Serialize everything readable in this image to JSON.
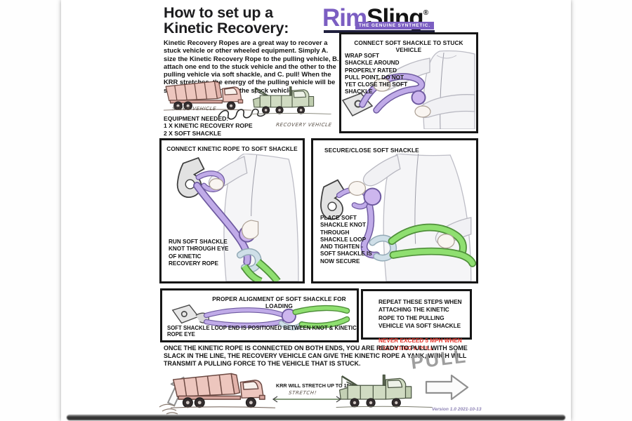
{
  "poster": {
    "title": {
      "line1": "How to set up a",
      "line2": "Kinetic Recovery:"
    },
    "intro": "Kinetic Recovery Ropes are a great way to recover a stuck vehicle or other wheeled equipment.  Simply A. size the Kinetic Recovery Rope to the pulling vehicle, B. attach one end to the stuck vehicle and the other to the pulling vehicle via soft shackle, and C. pull!  When the KRR stretches, the energy of the pulling vehicle will be smoothly transferred to the stuck vehicle.",
    "logo": {
      "first": "Rim",
      "second": "Sling",
      "reg": "®",
      "tagline": "THE GENUINE SYNTHETIC."
    },
    "equipment": {
      "heading": "EQUIPMENT NEEDED:",
      "line1": "1 X KINETIC RECOVERY ROPE",
      "line2": "2 X SOFT SHACKLE",
      "stuck_label": "STUCK VEHICLE",
      "recovery_label": "RECOVERY VEHICLE"
    },
    "panel_connect_shackle": {
      "title": "CONNECT SOFT SHACKLE TO STUCK VEHICLE",
      "body": "WRAP SOFT SHACKLE AROUND PROPERLY RATED PULL POINT, DO NOT YET CLOSE THE SOFT SHACKLE"
    },
    "panel_connect_rope": {
      "title": "CONNECT KINETIC ROPE TO SOFT SHACKLE",
      "body": "RUN SOFT SHACKLE KNOT THROUGH EYE OF KINETIC RECOVERY ROPE"
    },
    "panel_secure": {
      "title": "SECURE/CLOSE SOFT SHACKLE",
      "body": "PLACE SOFT SHACKLE KNOT THROUGH SHACKLE LOOP AND TIGHTEN - SOFT SHACKLE IS NOW SECURE"
    },
    "panel_alignment": {
      "title": "PROPER ALIGNMENT OF SOFT SHACKLE FOR LOADING",
      "caption": "SOFT SHACKLE LOOP END IS POSITIONED BETWEEN KNOT & KINETIC ROPE EYE"
    },
    "panel_repeat": {
      "body": "REPEAT THESE STEPS WHEN ATTACHING THE KINETIC ROPE TO THE PULLING VEHICLE VIA SOFT SHACKLE",
      "warning": "NEVER EXCEED 5 MPH WHEN EXECUTING A PULL"
    },
    "footer": {
      "ready": "ONCE THE KINETIC ROPE IS CONNECTED ON BOTH ENDS, YOU ARE READY TO PULL!  WITH SOME SLACK IN THE LINE, THE RECOVERY VEHICLE CAN GIVE THE KINETIC ROPE A YANK, WHICH WILL TRANSMIT A PULLING FORCE TO THE VEHICLE THAT IS STUCK.",
      "pull": "PULL",
      "stretch_label": "KRR WILL STRETCH UP TO 15%",
      "stretch_note": "STRETCH!",
      "version": "Version 1.0 2021-10-13"
    },
    "colors": {
      "brand_purple": "#7b5ec2",
      "shackle_purple_light": "#c0abe8",
      "shackle_purple_dark": "#6e5aa0",
      "rope_green": "#8fdf70",
      "rope_green_dark": "#4f8f3a",
      "eye_blue": "#cfdfe8",
      "warning_red": "#e4352b",
      "stuck_pink": "#edc6be",
      "recovery_green": "#d0dbc2",
      "pull_gray": "#9e9e9e"
    }
  }
}
